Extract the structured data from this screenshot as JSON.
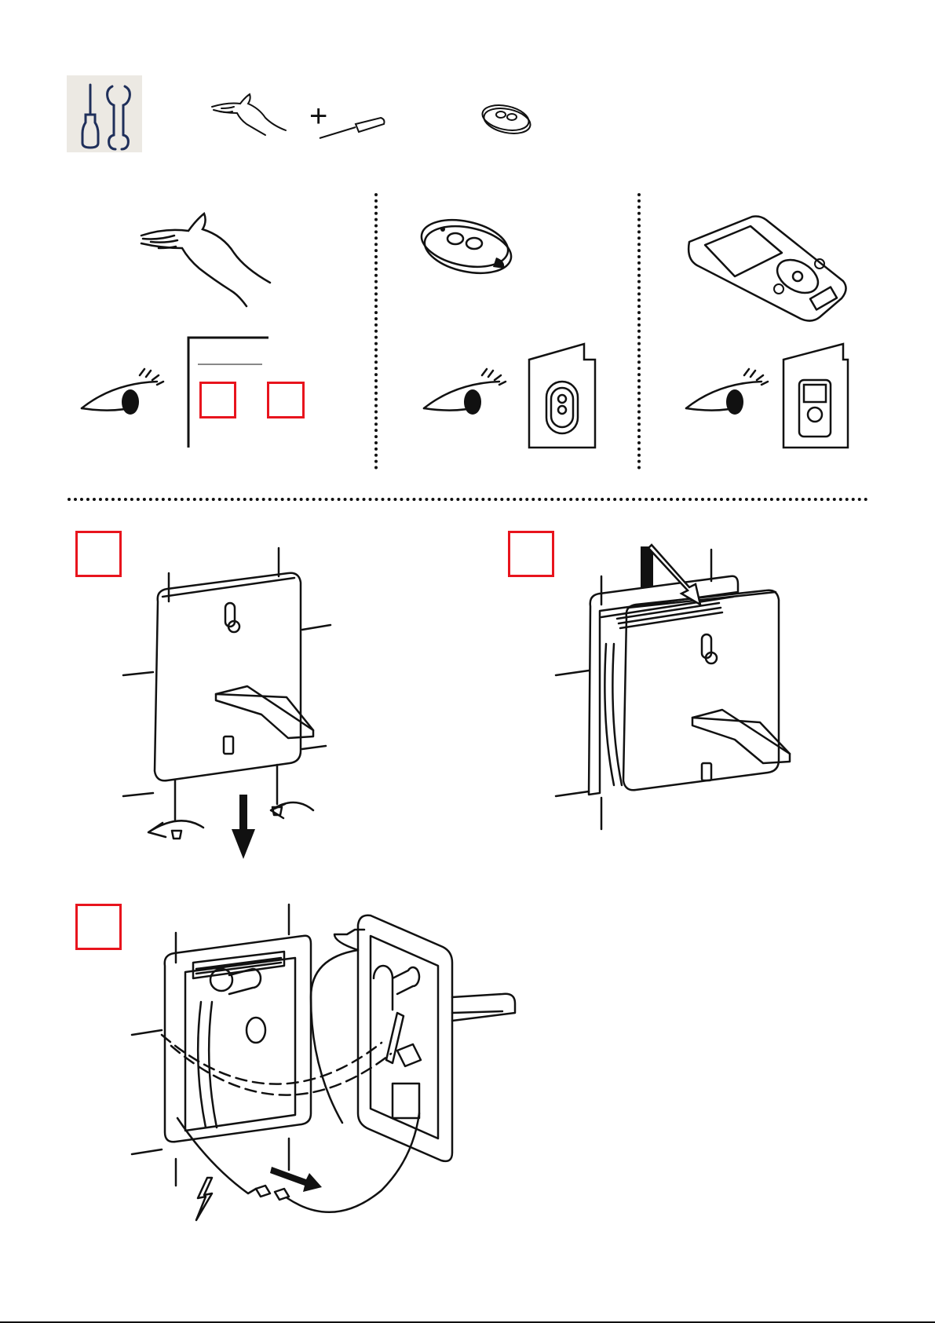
{
  "header": {
    "tools_icon": "screwdriver-wrench-icon",
    "tools_bg_color": "#ece9e3",
    "required_items": [
      "hand-icon",
      "screwdriver-icon",
      "remote-control-icon"
    ],
    "plus_symbol": "+"
  },
  "options": [
    {
      "device": "hand-icon",
      "reference": "document-icon",
      "callouts": 2
    },
    {
      "device": "remote-control-icon",
      "reference": "remote-manual-icon"
    },
    {
      "device": "service-handset-icon",
      "reference": "handset-manual-icon"
    }
  ],
  "steps": [
    {
      "illustration": "remove-front-cover-illustration"
    },
    {
      "illustration": "lift-cover-illustration"
    },
    {
      "illustration": "disconnect-cable-illustration"
    }
  ],
  "colors": {
    "callout_box": "#e8141d",
    "line": "#111111"
  }
}
